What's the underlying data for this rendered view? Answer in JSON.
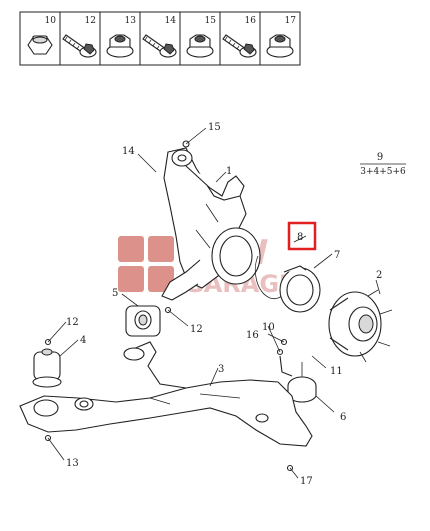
{
  "legend": {
    "boxes": [
      {
        "num": "10",
        "icon": "hex-nut-icon"
      },
      {
        "num": "12",
        "icon": "flange-bolt-icon"
      },
      {
        "num": "13",
        "icon": "flange-nut-icon"
      },
      {
        "num": "14",
        "icon": "flange-bolt-icon"
      },
      {
        "num": "15",
        "icon": "flange-nut-icon"
      },
      {
        "num": "16",
        "icon": "flange-bolt-icon"
      },
      {
        "num": "17",
        "icon": "flange-nut-icon"
      }
    ]
  },
  "callouts": {
    "c1": "1",
    "c2": "2",
    "c3": "3",
    "c4": "4",
    "c5": "5",
    "c6": "6",
    "c7": "7",
    "c8": "8",
    "c10": "10",
    "c11": "11",
    "c12a": "12",
    "c12b": "12",
    "c13": "13",
    "c14": "14",
    "c15": "15",
    "c16": "16",
    "c17": "17"
  },
  "kit": {
    "number": "9",
    "composition": "3+4+5+6"
  },
  "watermark": {
    "line1": "SAW",
    "line2": "GARAGE",
    "highlight_color": "#e02020",
    "mark_color": "#c0392b"
  },
  "colors": {
    "line": "#222222",
    "highlight": "#e02020"
  }
}
